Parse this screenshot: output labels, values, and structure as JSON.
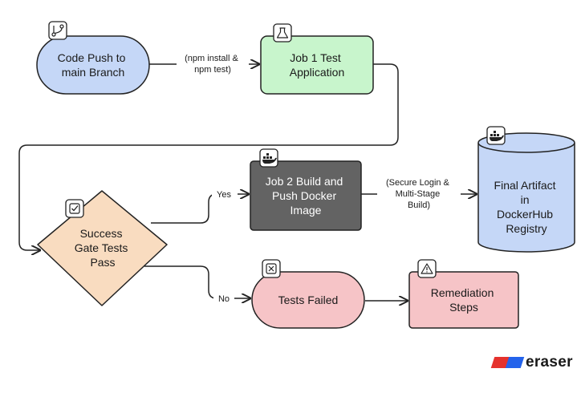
{
  "nodes": {
    "code_push": {
      "lines": [
        "Code Push to",
        "main Branch"
      ],
      "fill": "#c5d7f7",
      "icon": "git-branch-icon"
    },
    "job1": {
      "lines": [
        "Job 1 Test",
        "Application"
      ],
      "fill": "#c8f5cc",
      "icon": "flask-icon"
    },
    "job2": {
      "lines": [
        "Job 2 Build and",
        "Push Docker",
        "Image"
      ],
      "fill": "#636363",
      "icon": "docker-icon"
    },
    "gate": {
      "lines": [
        "Success",
        "Gate Tests",
        "Pass"
      ],
      "fill": "#f9dcc0",
      "icon": "checkbox-icon"
    },
    "registry": {
      "lines": [
        "Final Artifact",
        "in",
        "DockerHub",
        "Registry"
      ],
      "fill": "#c5d7f7",
      "icon": "docker-icon"
    },
    "failed": {
      "lines": [
        "Tests Failed"
      ],
      "fill": "#f6c4c7",
      "icon": "x-square-icon"
    },
    "remediation": {
      "lines": [
        "Remediation",
        "Steps"
      ],
      "fill": "#f6c4c7",
      "icon": "warning-icon"
    }
  },
  "edges": {
    "push_to_job1": [
      "(npm install &",
      "npm test)"
    ],
    "job2_to_registry": [
      "(Secure Login &",
      "Multi-Stage",
      "Build)"
    ],
    "yes": "Yes",
    "no": "No"
  },
  "brand": {
    "name": "eraser"
  },
  "colors": {
    "stroke": "#222222"
  }
}
